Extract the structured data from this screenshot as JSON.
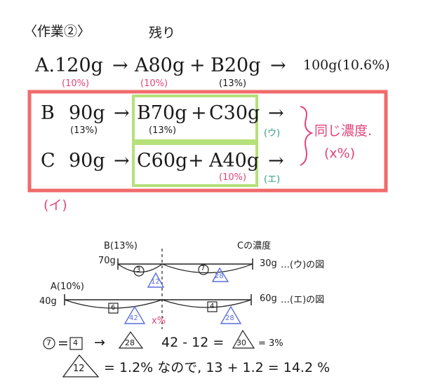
{
  "header": {
    "title": "〈作業②〉",
    "remain_label": "残り"
  },
  "rowA": {
    "start": "A.120g",
    "start_pct": "(10%)",
    "arrow": "→",
    "part1": "A80g",
    "part1_pct": "(10%)",
    "plus": "+",
    "part2": "B20g",
    "part2_pct": "(13%)",
    "result": "100g(10.6%)"
  },
  "rowB": {
    "start": "B",
    "amount": "90g",
    "amount_pct": "(13%)",
    "arrow": "→",
    "part1": "B70g",
    "part1_pct": "(13%)",
    "plus": "+",
    "part2": "C30g",
    "out_arrow": "→",
    "tag": "(ウ)"
  },
  "rowC": {
    "start": "C",
    "amount": "90g",
    "arrow": "→",
    "part1": "C60g",
    "plus": "+",
    "part2": "A40g",
    "part2_pct": "(10%)",
    "out_arrow": "→",
    "tag": "(エ)"
  },
  "side_note": {
    "line1": "同じ濃度.",
    "line2": "(x%)"
  },
  "label_i": "(イ)",
  "diagram1": {
    "top_left": "B(13%)",
    "top_right": "Cの濃度",
    "left_mass": "70g",
    "right_mass": "30g",
    "circ3": "3",
    "circ7": "7",
    "tri_left": "12",
    "tri_right": "28",
    "caption": "…(ウ)の図"
  },
  "diagram2": {
    "top_left": "A(10%)",
    "left_mass": "40g",
    "right_mass": "60g",
    "box_left": "6",
    "box_right": "4",
    "tri_left": "42",
    "tri_right": "28",
    "x_label": "x%",
    "caption": "…(エ)の図"
  },
  "eq1": {
    "circ": "7",
    "eq": "=",
    "box": "4",
    "arrow": "→",
    "tri": "28",
    "calc": "42 - 12 =",
    "result_tri": "30",
    "tail": "= 3%"
  },
  "eq2": {
    "tri": "12",
    "text": "= 1.2% なので, 13 + 1.2 = 14.2 %"
  },
  "colors": {
    "red_box": "#f06a6a",
    "green_box": "#b5e07a",
    "pink": "#e0457b",
    "blue": "#5a6fd8"
  }
}
